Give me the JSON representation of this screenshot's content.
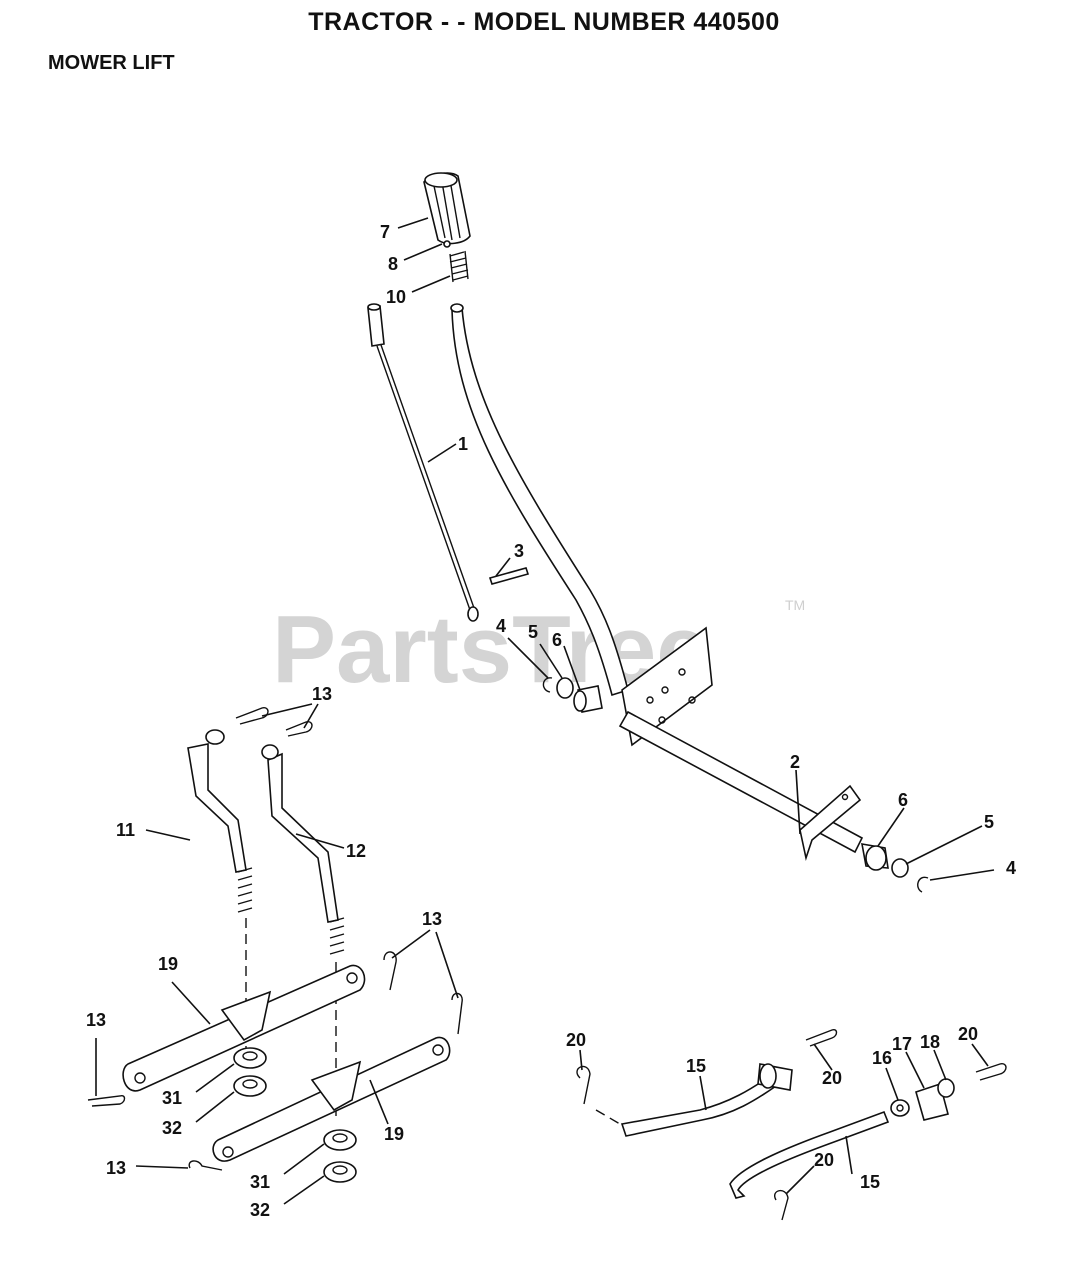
{
  "header": {
    "title": "TRACTOR - - MODEL NUMBER 440500",
    "section": "MOWER LIFT"
  },
  "watermark": {
    "text": "PartsTree",
    "tm": "TM"
  },
  "callouts": {
    "c7": "7",
    "c8": "8",
    "c10": "10",
    "c1": "1",
    "c3": "3",
    "c4a": "4",
    "c5a": "5",
    "c6a": "6",
    "c2": "2",
    "c6b": "6",
    "c5b": "5",
    "c4b": "4",
    "c13a": "13",
    "c11": "11",
    "c12": "12",
    "c13b": "13",
    "c19a": "19",
    "c13c": "13",
    "c31a": "31",
    "c32a": "32",
    "c19b": "19",
    "c13d": "13",
    "c31b": "31",
    "c32b": "32",
    "c20a": "20",
    "c15a": "15",
    "c20b": "20",
    "c16": "16",
    "c17": "17",
    "c18": "18",
    "c20c": "20",
    "c15b": "15",
    "c20d": "20"
  },
  "colors": {
    "line": "#111111",
    "watermark": "#d4d4d4"
  }
}
